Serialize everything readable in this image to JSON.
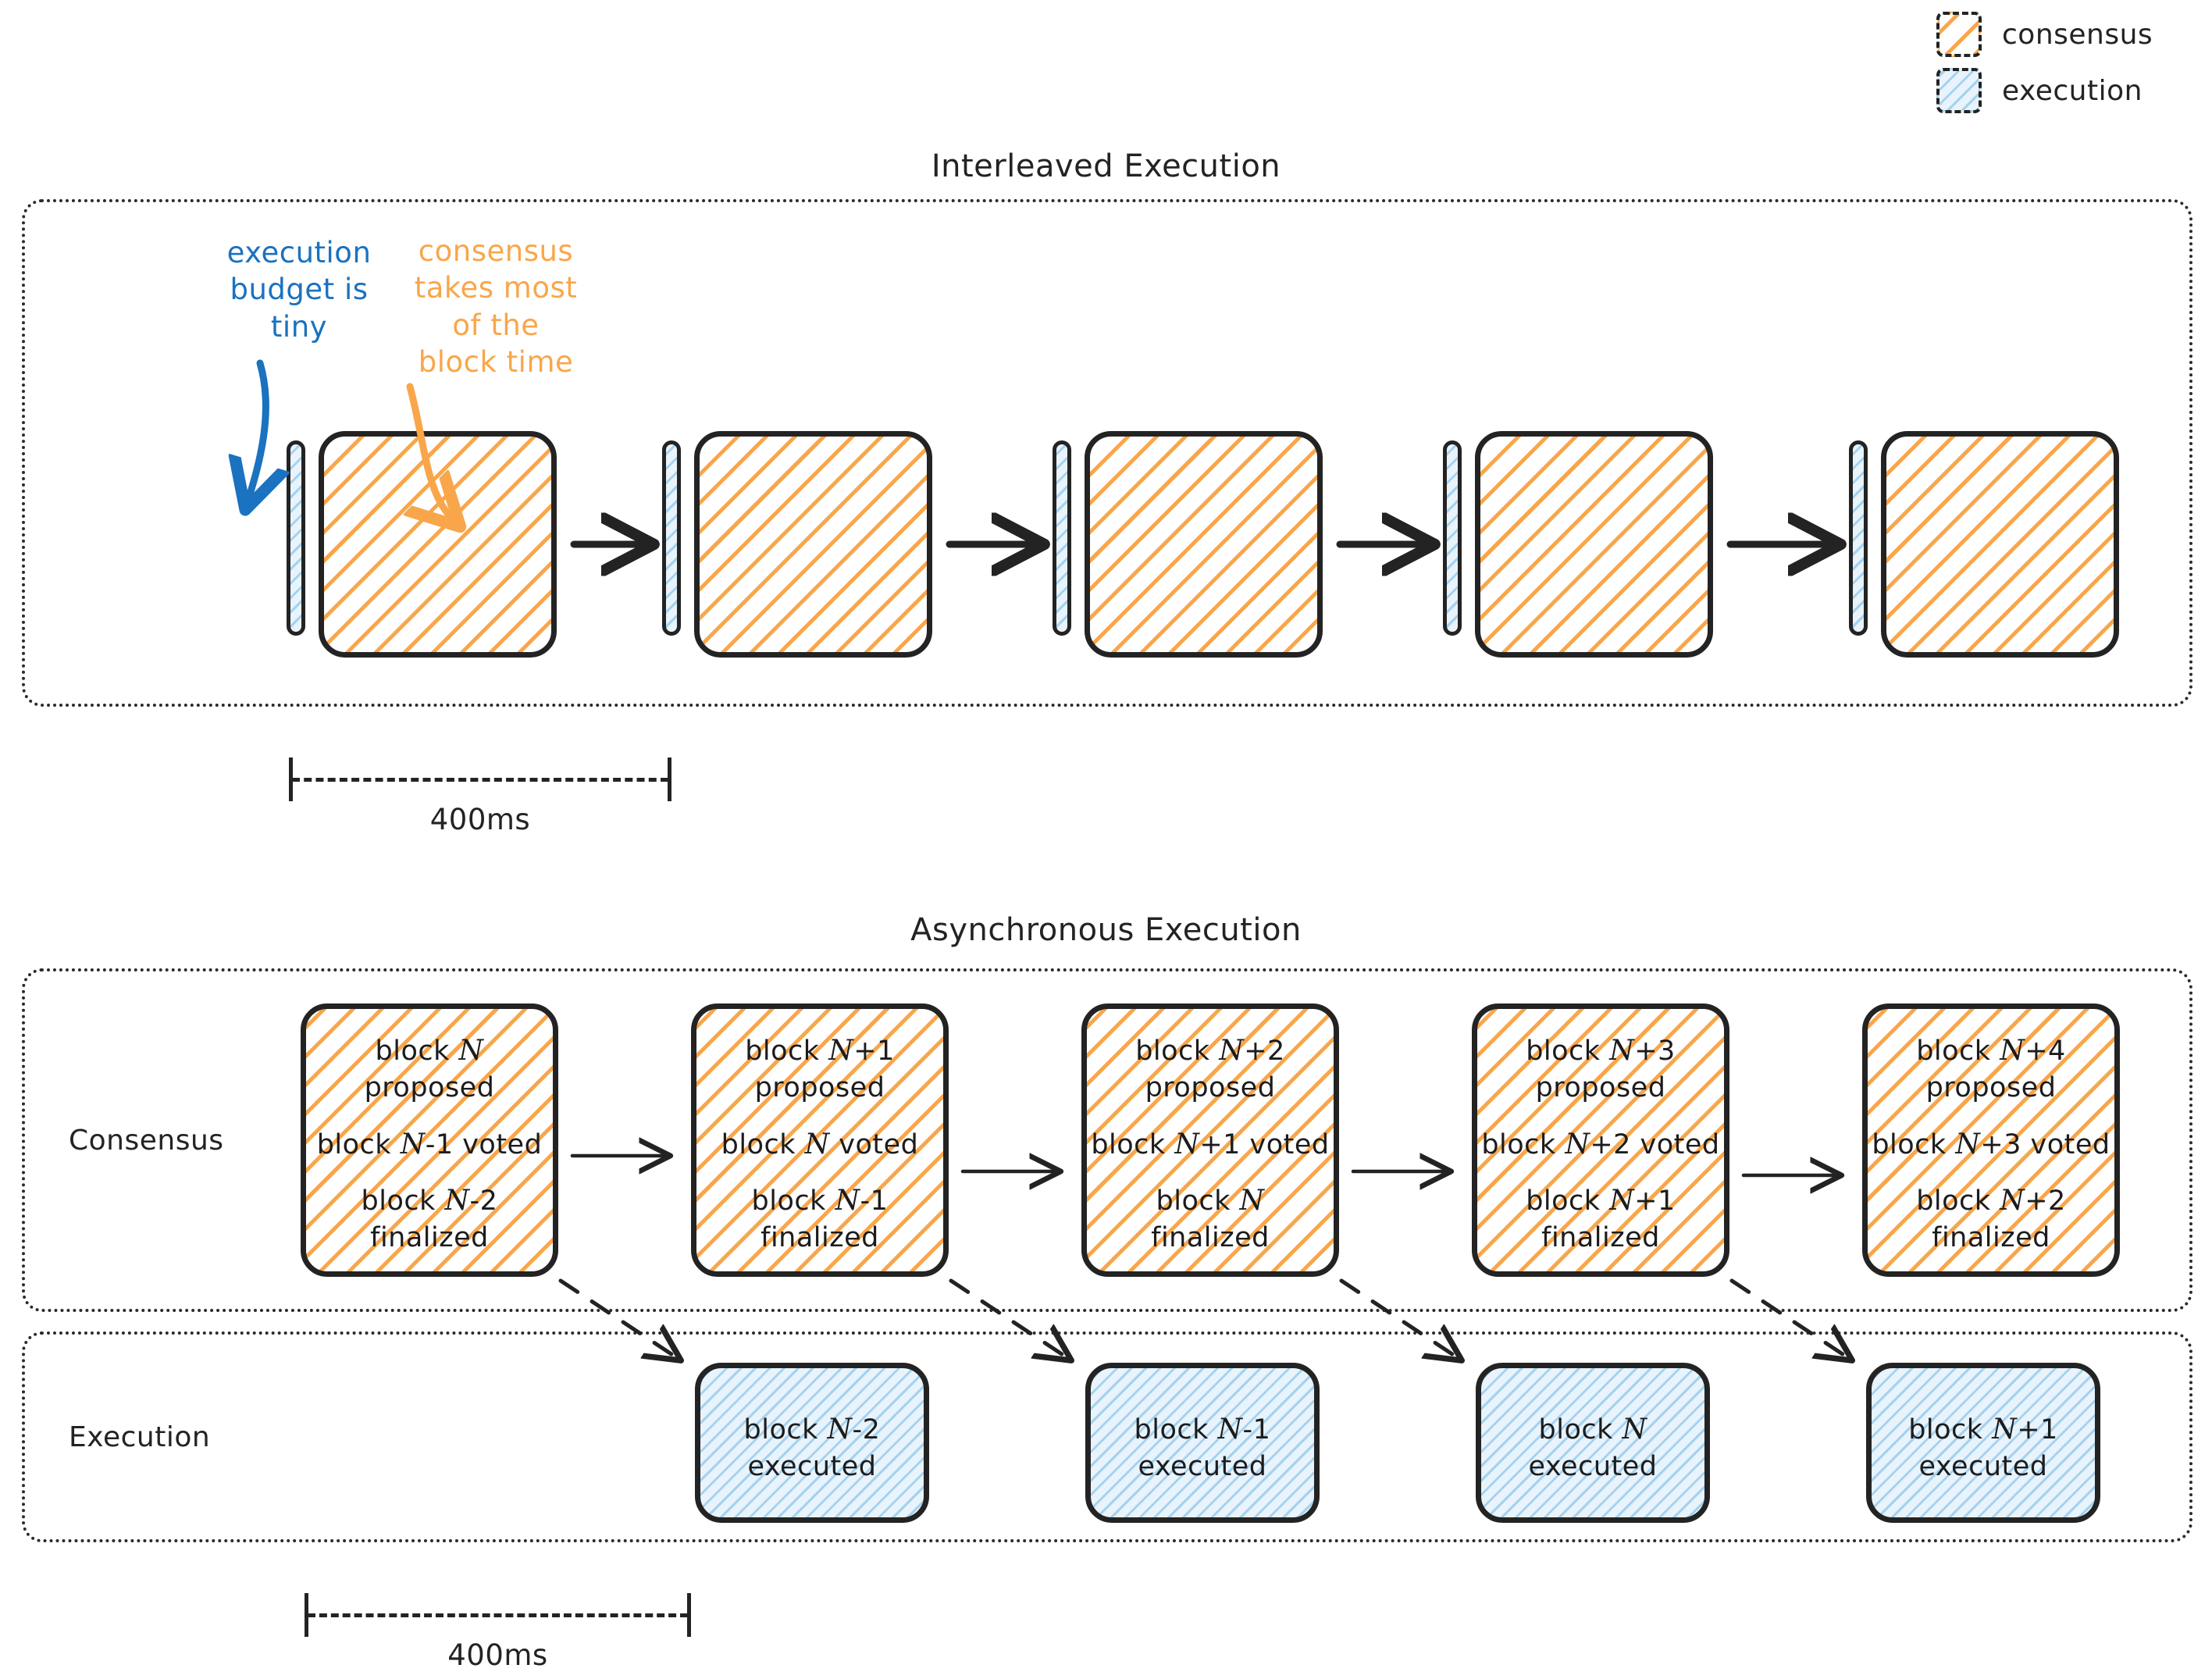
{
  "legend": {
    "items": [
      {
        "label": "consensus",
        "swatch": "consensus-hatch-orange",
        "color": "#f9a64a"
      },
      {
        "label": "execution",
        "swatch": "execution-hatch-blue",
        "color": "#a4d2f0"
      }
    ]
  },
  "colors": {
    "consensus": "#f9a64a",
    "execution_hatch": "#a4d2f0",
    "execution_fill": "#e8f3fb",
    "annotation_blue": "#1a72c0",
    "annotation_orange": "#f9a64a",
    "stroke": "#232323"
  },
  "interleaved": {
    "title": "Interleaved Execution",
    "annotations": [
      {
        "name": "execution-budget-note",
        "text": "execution\nbudget is\ntiny",
        "color": "#1a72c0"
      },
      {
        "name": "consensus-share-note",
        "text": "consensus\ntakes most\nof the\nblock time",
        "color": "#f9a64a"
      }
    ],
    "slots": [
      {
        "execution_label": "execution",
        "consensus_label": "consensus"
      },
      {
        "execution_label": "execution",
        "consensus_label": "consensus"
      },
      {
        "execution_label": "execution",
        "consensus_label": "consensus"
      },
      {
        "execution_label": "execution",
        "consensus_label": "consensus"
      },
      {
        "execution_label": "execution",
        "consensus_label": "consensus"
      }
    ],
    "scale": {
      "label": "400ms"
    }
  },
  "async": {
    "title": "Asynchronous Execution",
    "rows": {
      "consensus_label": "Consensus",
      "execution_label": "Execution"
    },
    "consensus_blocks": [
      {
        "proposed": "block N\nproposed",
        "voted": "block N‑1 voted",
        "finalized": "block N‑2\nfinalized"
      },
      {
        "proposed": "block N+1\nproposed",
        "voted": "block N voted",
        "finalized": "block N‑1\nfinalized"
      },
      {
        "proposed": "block N+2\nproposed",
        "voted": "block N+1 voted",
        "finalized": "block N\nfinalized"
      },
      {
        "proposed": "block N+3\nproposed",
        "voted": "block N+2 voted",
        "finalized": "block N+1\nfinalized"
      },
      {
        "proposed": "block N+4\nproposed",
        "voted": "block N+3 voted",
        "finalized": "block N+2\nfinalized"
      }
    ],
    "execution_blocks": [
      {
        "text": "block N‑2\nexecuted"
      },
      {
        "text": "block N‑1\nexecuted"
      },
      {
        "text": "block N\nexecuted"
      },
      {
        "text": "block N+1\nexecuted"
      }
    ],
    "scale": {
      "label": "400ms"
    }
  }
}
